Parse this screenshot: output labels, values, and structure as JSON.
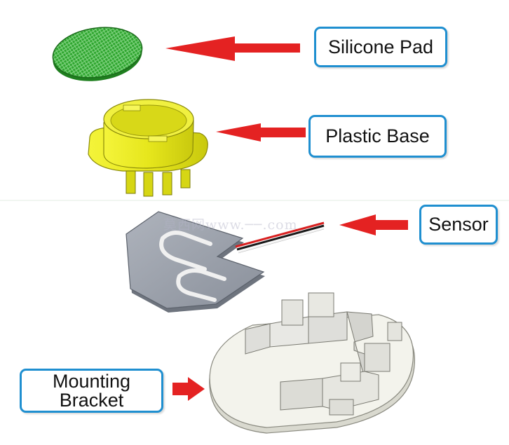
{
  "labels": {
    "silicone_pad": "Silicone Pad",
    "plastic_base": "Plastic Base",
    "sensor": "Sensor",
    "mounting_bracket_line1": "Mounting",
    "mounting_bracket_line2": "Bracket"
  },
  "watermark": "莫西网www.──.com",
  "colors": {
    "label_border": "#1f8fd0",
    "arrow": "#e02020",
    "silicone_pad": "#2ea82e",
    "plastic_base": "#e8e820",
    "sensor_plate": "#9aa0aa",
    "bracket": "#f2f2ea"
  }
}
